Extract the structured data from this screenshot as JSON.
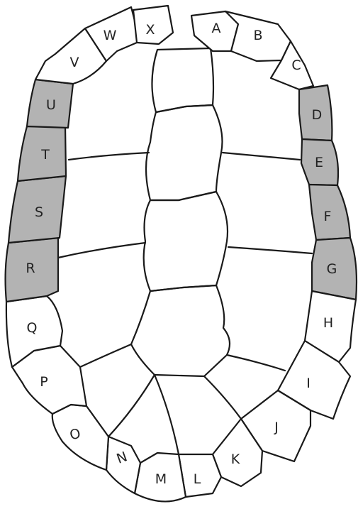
{
  "colors": {
    "shaded": "#b3b3b3",
    "plain": "#ffffff"
  },
  "scutes": [
    {
      "id": "A",
      "label": "A",
      "shaded": false
    },
    {
      "id": "B",
      "label": "B",
      "shaded": false
    },
    {
      "id": "C",
      "label": "C",
      "shaded": false
    },
    {
      "id": "D",
      "label": "D",
      "shaded": true
    },
    {
      "id": "E",
      "label": "E",
      "shaded": true
    },
    {
      "id": "F",
      "label": "F",
      "shaded": true
    },
    {
      "id": "G",
      "label": "G",
      "shaded": true
    },
    {
      "id": "H",
      "label": "H",
      "shaded": false
    },
    {
      "id": "I",
      "label": "I",
      "shaded": false
    },
    {
      "id": "J",
      "label": "J",
      "shaded": false
    },
    {
      "id": "K",
      "label": "K",
      "shaded": false
    },
    {
      "id": "L",
      "label": "L",
      "shaded": false
    },
    {
      "id": "M",
      "label": "M",
      "shaded": false
    },
    {
      "id": "N",
      "label": "N",
      "shaded": false
    },
    {
      "id": "O",
      "label": "O",
      "shaded": false
    },
    {
      "id": "P",
      "label": "P",
      "shaded": false
    },
    {
      "id": "Q",
      "label": "Q",
      "shaded": false
    },
    {
      "id": "R",
      "label": "R",
      "shaded": true
    },
    {
      "id": "S",
      "label": "S",
      "shaded": true
    },
    {
      "id": "T",
      "label": "T",
      "shaded": true
    },
    {
      "id": "U",
      "label": "U",
      "shaded": true
    },
    {
      "id": "V",
      "label": "V",
      "shaded": false
    },
    {
      "id": "W",
      "label": "W",
      "shaded": false
    },
    {
      "id": "X",
      "label": "X",
      "shaded": false
    }
  ]
}
